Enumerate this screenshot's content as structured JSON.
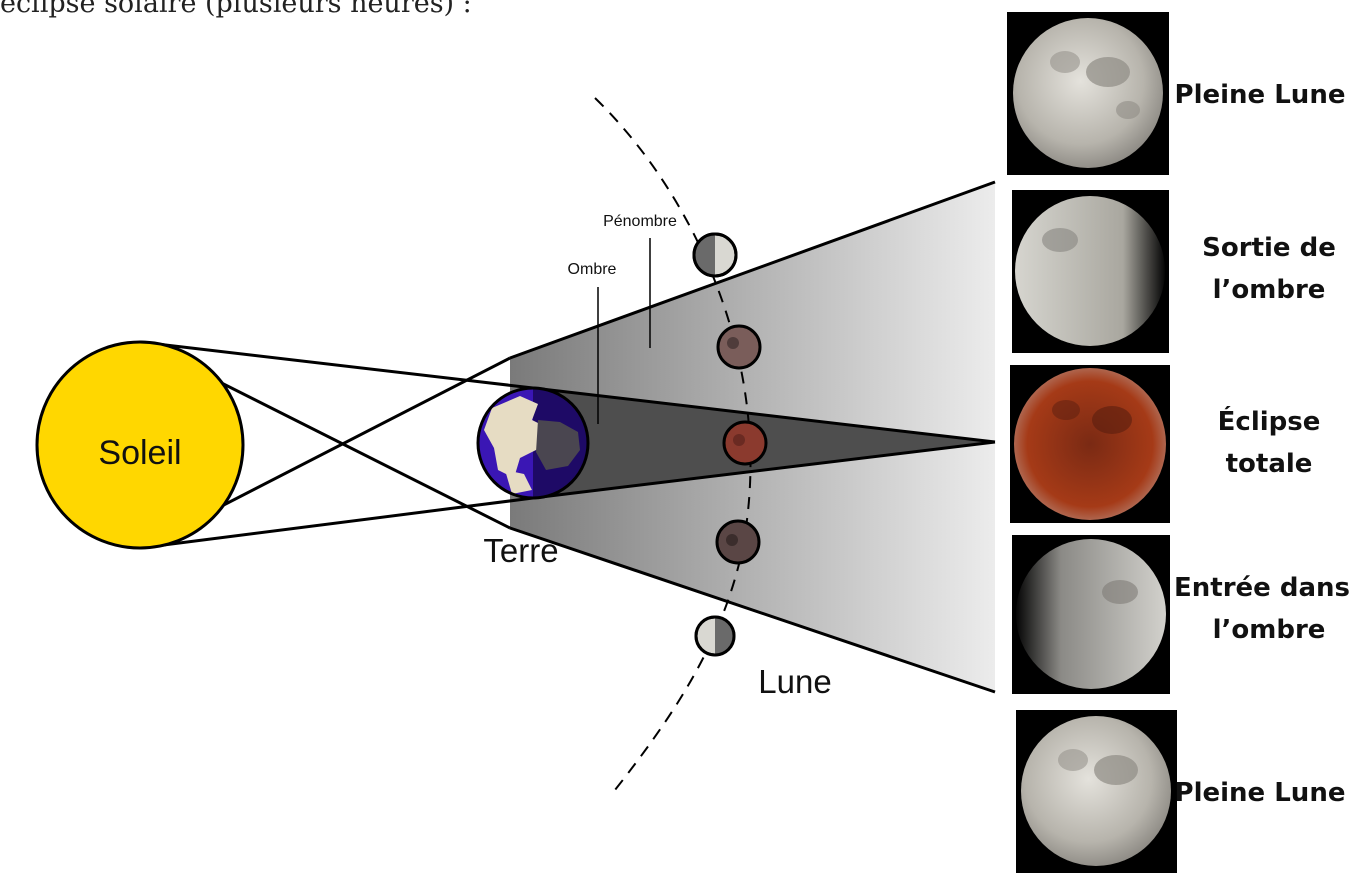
{
  "intro_text": "éclipse solaire (plusieurs heures) :",
  "labels": {
    "sun": "Soleil",
    "earth": "Terre",
    "moon": "Lune",
    "umbra": "Ombre",
    "penumbra": "Pénombre"
  },
  "phases": [
    {
      "line1": "Pleine Lune",
      "line2": ""
    },
    {
      "line1": "Sortie de",
      "line2": "l’ombre"
    },
    {
      "line1": "Éclipse",
      "line2": "totale"
    },
    {
      "line1": "Entrée dans",
      "line2": "l’ombre"
    },
    {
      "line1": "Pleine Lune",
      "line2": ""
    }
  ],
  "colors": {
    "sun": "#FFD700",
    "earth_day": "#3A16B4",
    "earth_night": "#1E0A66",
    "land": "#E6DCC3",
    "penumbra_dark": "#7A7A7A",
    "umbra": "#4E4E4E",
    "eclipsed_moon": "#8B3A2E"
  }
}
